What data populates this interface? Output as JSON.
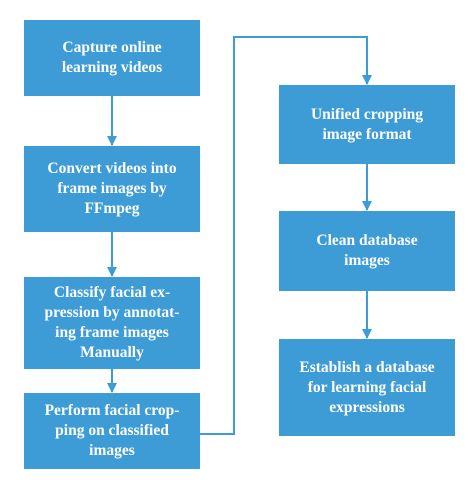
{
  "steps": [
    {
      "id": "step-1",
      "label": "Capture online\nlearning videos"
    },
    {
      "id": "step-2",
      "label": "Convert videos into\nframe images by\nFFmpeg"
    },
    {
      "id": "step-3",
      "label": "Classify facial ex-\npression by annotat-\ning frame images\nManually"
    },
    {
      "id": "step-4",
      "label": "Perform facial crop-\nping on classified\nimages"
    },
    {
      "id": "step-5",
      "label": "Unified cropping\nimage format"
    },
    {
      "id": "step-6",
      "label": "Clean database\nimages"
    },
    {
      "id": "step-7",
      "label": "Establish a database\nfor learning facial\nexpressions"
    }
  ],
  "colors": {
    "box_fill": "#3d9bd6",
    "box_text": "#ffffff",
    "connector": "#3d9bd6"
  }
}
